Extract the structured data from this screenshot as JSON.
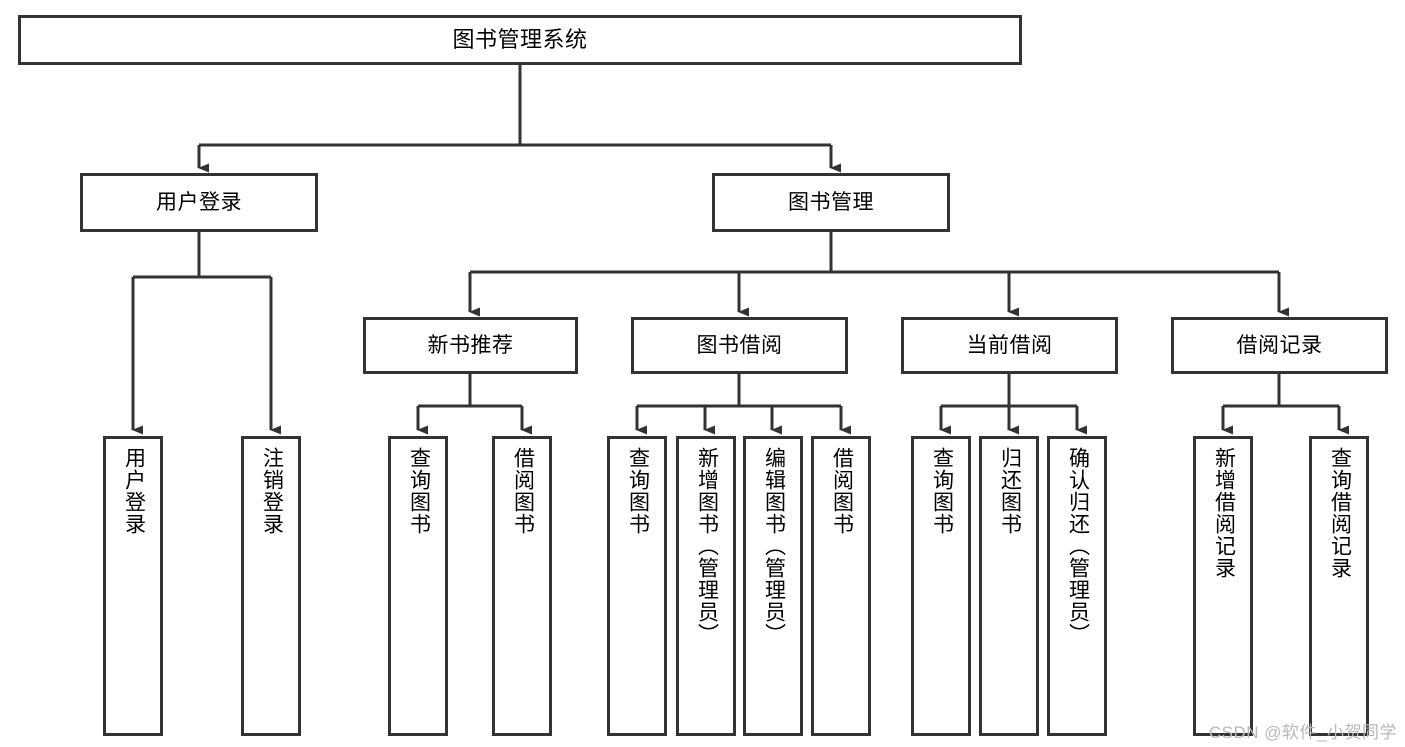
{
  "diagram": {
    "type": "tree-hierarchy-chart",
    "title": "图书管理系统",
    "watermark": "CSDN @软件_小贺同学",
    "colors": {
      "stroke": "#333333",
      "fill": "#ffffff",
      "text": "#000000",
      "watermark": "#b8b8b8"
    },
    "nodes": {
      "root": {
        "label": "图书管理系统"
      },
      "level2": [
        {
          "id": "user-login",
          "label": "用户登录"
        },
        {
          "id": "book-management",
          "label": "图书管理"
        }
      ],
      "level3": [
        {
          "id": "new-book-recommend",
          "label": "新书推荐",
          "parent": "book-management"
        },
        {
          "id": "book-borrow",
          "label": "图书借阅",
          "parent": "book-management"
        },
        {
          "id": "current-borrow",
          "label": "当前借阅",
          "parent": "book-management"
        },
        {
          "id": "borrow-record",
          "label": "借阅记录",
          "parent": "book-management"
        }
      ],
      "leaves": [
        {
          "id": "leaf-user-login",
          "label": "用户登录",
          "parent": "user-login"
        },
        {
          "id": "leaf-logout-login",
          "label": "注销登录",
          "parent": "user-login"
        },
        {
          "id": "leaf-query-book-1",
          "label": "查询图书",
          "parent": "new-book-recommend"
        },
        {
          "id": "leaf-borrow-book-1",
          "label": "借阅图书",
          "parent": "new-book-recommend"
        },
        {
          "id": "leaf-query-book-2",
          "label": "查询图书",
          "parent": "book-borrow"
        },
        {
          "id": "leaf-add-book",
          "label": "新增图书（管理员）",
          "parent": "book-borrow"
        },
        {
          "id": "leaf-edit-book",
          "label": "编辑图书（管理员）",
          "parent": "book-borrow"
        },
        {
          "id": "leaf-borrow-book-2",
          "label": "借阅图书",
          "parent": "book-borrow"
        },
        {
          "id": "leaf-query-book-3",
          "label": "查询图书",
          "parent": "current-borrow"
        },
        {
          "id": "leaf-return-book",
          "label": "归还图书",
          "parent": "current-borrow"
        },
        {
          "id": "leaf-confirm-return",
          "label": "确认归还（管理员）",
          "parent": "current-borrow"
        },
        {
          "id": "leaf-add-record",
          "label": "新增借阅记录",
          "parent": "borrow-record"
        },
        {
          "id": "leaf-query-record",
          "label": "查询借阅记录",
          "parent": "borrow-record"
        }
      ]
    }
  }
}
